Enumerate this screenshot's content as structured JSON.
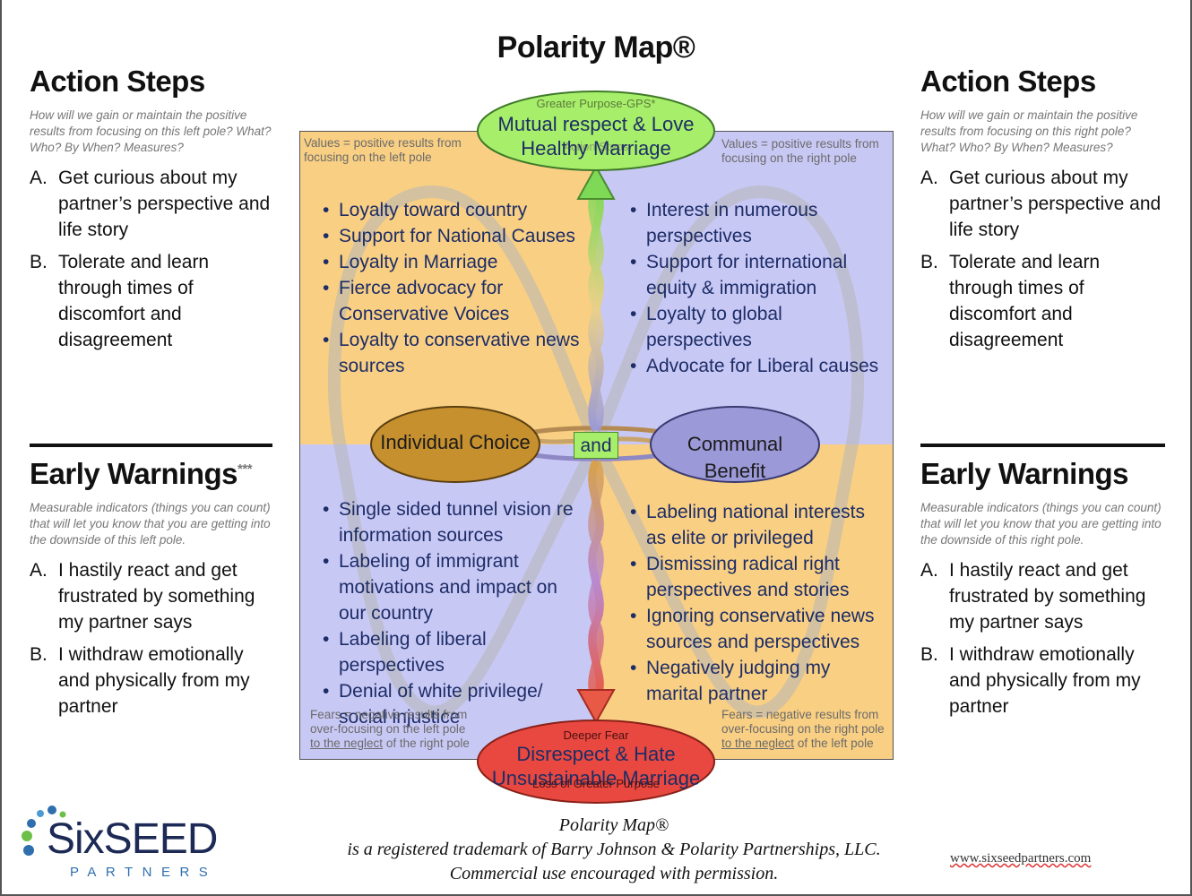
{
  "title": "Polarity Map®",
  "left": {
    "action": {
      "heading": "Action Steps",
      "question": "How will we gain or maintain the positive results from focusing on this left pole? What? Who? By When? Measures?",
      "items": [
        {
          "letter": "A.",
          "text": "Get curious about my partner’s perspective and life story"
        },
        {
          "letter": "B.",
          "text": "Tolerate and learn through times of discomfort and disagreement"
        }
      ]
    },
    "warn": {
      "heading": "Early Warnings",
      "stars": "***",
      "question": "Measurable indicators (things you can count) that will let you know that you are getting into the downside of this left pole.",
      "items": [
        {
          "letter": "A.",
          "text": "I hastily react and get frustrated by something my partner says"
        },
        {
          "letter": "B.",
          "text": "I withdraw emotionally and physically from my partner"
        }
      ]
    }
  },
  "right": {
    "action": {
      "heading": "Action Steps",
      "question": "How will we gain or maintain the positive results from focusing on this right pole? What? Who? By When? Measures?",
      "items": [
        {
          "letter": "A.",
          "text": "Get curious about my partner’s perspective and life story"
        },
        {
          "letter": "B.",
          "text": "Tolerate and learn through times of discomfort and disagreement"
        }
      ]
    },
    "warn": {
      "heading": "Early Warnings",
      "question": "Measurable indicators (things you can count) that will let you know that you are getting into the downside of this right pole.",
      "items": [
        {
          "letter": "A.",
          "text": "I hastily react and get frustrated by something my partner says"
        },
        {
          "letter": "B.",
          "text": "I withdraw emotionally and physically from my partner"
        }
      ]
    }
  },
  "gps": {
    "label": "Greater Purpose-GPS*",
    "line1": "Mutual respect & Love",
    "line2": "Healthy Marriage",
    "sub": "Action Steps"
  },
  "fear": {
    "label": "Deeper Fear",
    "line1": "Disrespect & Hate",
    "line2": "Unsustainable Marriage",
    "sub": "Loss of Greater Purpose"
  },
  "poles": {
    "left": "Individual Choice",
    "right_line1": "Communal",
    "right_line2": "Benefit",
    "and": "and"
  },
  "notes": {
    "values_left": "Values = positive results from focusing on the left pole",
    "values_right": "Values = positive results from focusing on the right pole",
    "fears_left_a": "Fears = negative results from over-focusing on the left pole",
    "fears_left_b": "to the neglect",
    "fears_left_c": " of the right pole",
    "fears_right_a": "Fears = negative results from over-focusing on the right pole",
    "fears_right_b": "to the neglect",
    "fears_right_c": " of the left pole"
  },
  "quadrants": {
    "upper_left": [
      "Loyalty toward country",
      "Support for National Causes",
      "Loyalty in Marriage",
      "Fierce advocacy for Conservative Voices",
      "Loyalty to conservative news sources"
    ],
    "upper_right": [
      "Interest in numerous perspectives",
      "Support for international equity & immigration",
      "Loyalty to global perspectives",
      "Advocate for Liberal causes"
    ],
    "lower_left": [
      "Single sided tunnel vision re information sources",
      "Labeling of immigrant motivations and impact on our country",
      "Labeling of liberal perspectives",
      "Denial of white privilege/ social injustice"
    ],
    "lower_right": [
      "Labeling national interests as elite or privileged",
      "Dismissing radical right perspectives and stories",
      "Ignoring conservative news sources and perspectives",
      "Negatively judging my marital partner"
    ]
  },
  "footer": {
    "line1": "Polarity Map®",
    "line2": "is a registered trademark of Barry Johnson & Polarity Partnerships, LLC.",
    "line3": "Commercial use encouraged with permission.",
    "url": "www.sixseedpartners.com"
  },
  "logo": {
    "word": "SixSEED",
    "sub": "PARTNERS"
  },
  "colors": {
    "orange": "#f9cf83",
    "lavender": "#c8c8f5",
    "green": "#a7ee6a",
    "red": "#e8483f",
    "brown": "#c6902f",
    "purple": "#9c99d8",
    "navy": "#1d2d66"
  }
}
